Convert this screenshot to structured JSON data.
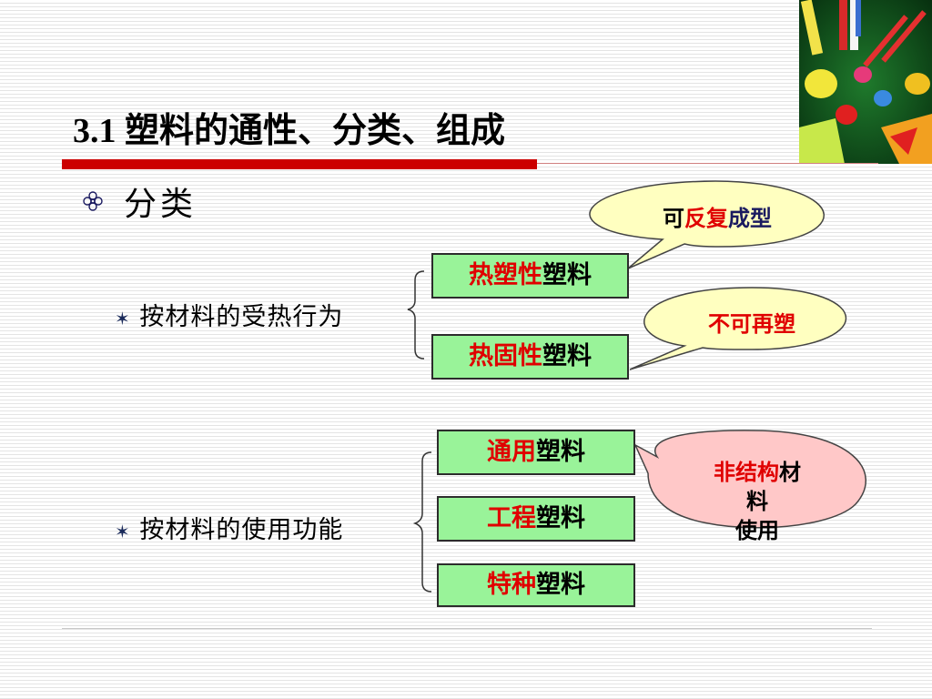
{
  "slide": {
    "title": "3.1 塑料的通性、分类、组成",
    "section_heading": "分类"
  },
  "group_heat": {
    "label": "按材料的受热行为",
    "items": [
      {
        "red_part": "热塑性",
        "rest": "塑料"
      },
      {
        "red_part": "热固性",
        "rest": "塑料"
      }
    ]
  },
  "group_use": {
    "label": "按材料的使用功能",
    "items": [
      {
        "red_part": "通用",
        "rest": "塑料"
      },
      {
        "red_part": "工程",
        "rest": "塑料"
      },
      {
        "red_part": "特种",
        "rest": "塑料"
      }
    ]
  },
  "callouts": {
    "reshape": {
      "part1": "可",
      "part2": "反复",
      "part3": "成型"
    },
    "no_reshape": {
      "text": "不可再塑"
    },
    "nonstructural": {
      "red_part": "非结构",
      "rest_line1": "材",
      "line2": "料",
      "line3": "使用"
    }
  },
  "colors": {
    "accent_red": "#cc0000",
    "text_red": "#e00000",
    "box_green": "#99f399",
    "callout_yellow": "#ffffc0",
    "callout_pink": "#ffc8c8",
    "navy": "#1a1a60"
  },
  "icons": {
    "section_bullet": "flower-bullet-icon",
    "row_bullet": "six-point-star-icon"
  }
}
